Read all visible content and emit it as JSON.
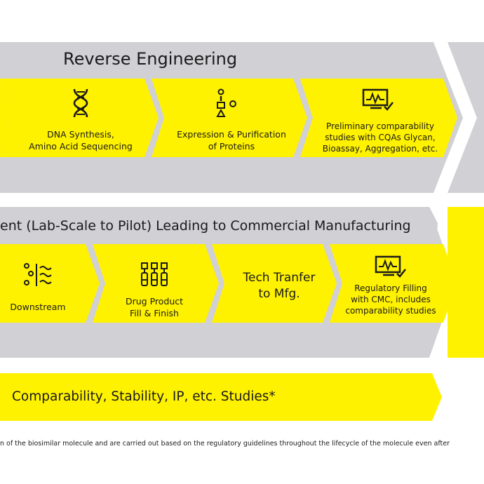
{
  "colors": {
    "band": "#d0d0d5",
    "accent": "#fff200",
    "text": "#1a1a1a"
  },
  "row1": {
    "title": "Reverse Engineering",
    "steps": [
      {
        "label1": "DNA Synthesis,",
        "label2": "Amino Acid Sequencing",
        "icon": "dna-icon"
      },
      {
        "label1": "Expression & Purification",
        "label2": "of Proteins",
        "icon": "shapes-icon"
      },
      {
        "label1": "Preliminary comparability",
        "label2": "studies with CQAs Glycan,",
        "label3": "Bioassay, Aggregation, etc.",
        "icon": "monitor-check-icon"
      }
    ]
  },
  "row2": {
    "title": "ent (Lab-Scale to Pilot) Leading to Commercial Manufacturing",
    "steps": [
      {
        "label1": "Downstream",
        "icon": "downstream-icon"
      },
      {
        "label1": "Drug Product",
        "label2": "Fill & Finish",
        "icon": "vials-icon"
      },
      {
        "label1": "Tech Tranfer",
        "label2": "to Mfg."
      },
      {
        "label1": "Regulatory Filling",
        "label2": "with CMC, includes",
        "label3": "comparability studies",
        "icon": "monitor-check-icon"
      }
    ]
  },
  "row3": {
    "title": "Comparability, Stability, IP, etc. Studies*"
  },
  "footnote": "n of the biosimilar molecule and are carried out based on the regulatory guidelines throughout the lifecycle of the molecule even after"
}
